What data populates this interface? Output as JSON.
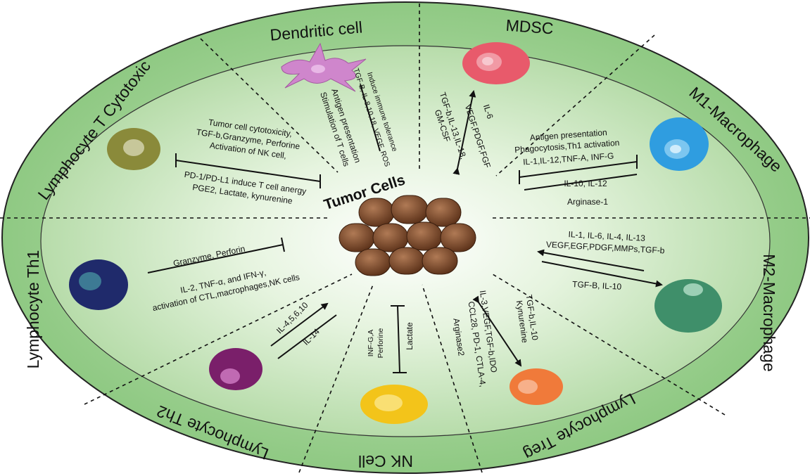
{
  "center": {
    "title": "Tumor Cells"
  },
  "segments": {
    "dendritic": "Dendritic cell",
    "mdsc": "MDSC",
    "m1": "M1-Macrophage",
    "m2": "M2-Macrophage",
    "treg": "Lymphocyte Treg",
    "nk": "NK Cell",
    "th2": "Lymphocyte Th2",
    "th1": "Lymphocyte Th1",
    "ctl": "Lymphocyte T Cytotoxic"
  },
  "labels": {
    "dc_1": "Antigen presentation",
    "dc_2": "Stimulation of T cells",
    "dc_3": "TGF-B, IL-8,10,18, VEGF, ROS",
    "dc_4": "Induce immune tolerance",
    "mdsc_1": "TGF-b,IL-13,IL-18,",
    "mdsc_2": "GM-CSF",
    "mdsc_3": "VEGF,PDGF,FGF",
    "mdsc_4": "IL-6",
    "m1_1": "Antigen presentation",
    "m1_2": "Phagocytosis,Th1 activation",
    "m1_3": "IL-1,IL-12,TNF-A, INF-G",
    "m1_4": "IL-10, IL-12",
    "m1_5": "Arginase-1",
    "m2_1": "IL-1, IL-6, IL-4, IL-13",
    "m2_2": "VEGF,EGF,PDGF,MMPs,TGF-b",
    "m2_3": "TGF-B, IL-10",
    "treg_1": "TGF-b,IL-10",
    "treg_2": "Kynurenine",
    "treg_3": "IL-3,VEGF,TGF-b,IDO",
    "treg_4": "CCL28, PD-1, CTLA-4,",
    "treg_5": "Arginase2",
    "nk_1": "INF-G,A",
    "nk_2": "Perforine",
    "nk_3": "Lactate",
    "th2_1": "IL-4,5,6,10",
    "th2_2": "IL-14",
    "th1_1": "Granzyme, Perforin",
    "th1_2": "IL-2, TNF-α, and IFN-γ,",
    "th1_3": "activation of CTL,macrophages,NK cells",
    "ctl_1": "Tumor cell cytotoxicity,",
    "ctl_2": "TGF-b,Granzyme, Perforine",
    "ctl_3": "Activation of NK cell,",
    "ctl_4": "PD-1/PD-L1 induce T cell anergy",
    "ctl_5": "PGE2, Lactate, kynurenine"
  },
  "colors": {
    "ellipse_outer": "#95cc8a",
    "ellipse_inner": "#dff0d8",
    "center_glow": "#ffffff",
    "tumor_cell": "#7a4a2e",
    "dendritic_cell": "#c879c6",
    "mdsc_cell": "#e85a6b",
    "m1_cell": "#2f9de0",
    "m2_cell": "#3f8f6a",
    "treg_cell": "#f07a3a",
    "nk_cell": "#f3c41a",
    "th2_cell": "#7a1f6a",
    "th1_cell": "#1f2a6b",
    "ctl_cell": "#8a8a3a"
  }
}
